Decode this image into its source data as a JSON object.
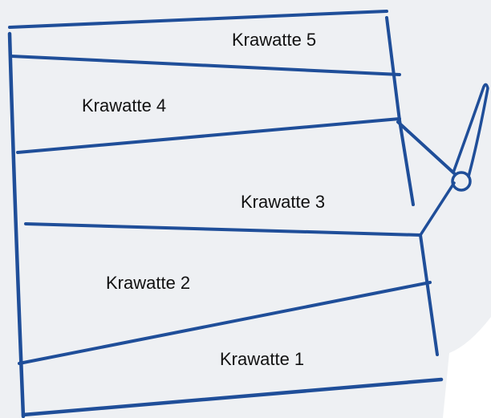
{
  "colors": {
    "ink": "#1f4e99",
    "text": "#111111",
    "paper_shade": "#eef0f3",
    "background": "#ffffff"
  },
  "labels": [
    "Krawatte 1",
    "Krawatte 2",
    "Krawatte 3",
    "Krawatte 4",
    "Krawatte 5"
  ]
}
